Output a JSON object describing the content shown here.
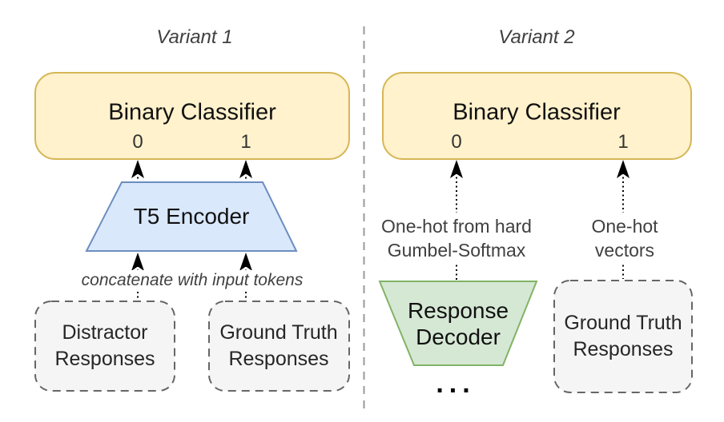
{
  "variant1": {
    "title": "Variant 1",
    "classifier": {
      "label": "Binary Classifier",
      "output0": "0",
      "output1": "1"
    },
    "encoder_label": "T5 Encoder",
    "concat_note": "concatenate with input tokens",
    "input_left": {
      "line1": "Distractor",
      "line2": "Responses"
    },
    "input_right": {
      "line1": "Ground Truth",
      "line2": "Responses"
    }
  },
  "variant2": {
    "title": "Variant 2",
    "classifier": {
      "label": "Binary Classifier",
      "output0": "0",
      "output1": "1"
    },
    "onehot_left": {
      "line1": "One-hot from hard",
      "line2": "Gumbel-Softmax"
    },
    "onehot_right": {
      "line1": "One-hot",
      "line2": "vectors"
    },
    "decoder": {
      "line1": "Response",
      "line2": "Decoder"
    },
    "ellipsis": "...",
    "input": {
      "line1": "Ground Truth",
      "line2": "Responses"
    }
  },
  "colors": {
    "classifier_fill": "#FFF2CC",
    "classifier_stroke": "#D6B656",
    "encoder_fill": "#DAE8FC",
    "encoder_stroke": "#6C8EBF",
    "decoder_fill": "#D5E8D4",
    "decoder_stroke": "#82B366",
    "input_fill": "#F5F5F5",
    "input_stroke": "#666666",
    "divider": "#999999",
    "arrow": "#000000"
  }
}
